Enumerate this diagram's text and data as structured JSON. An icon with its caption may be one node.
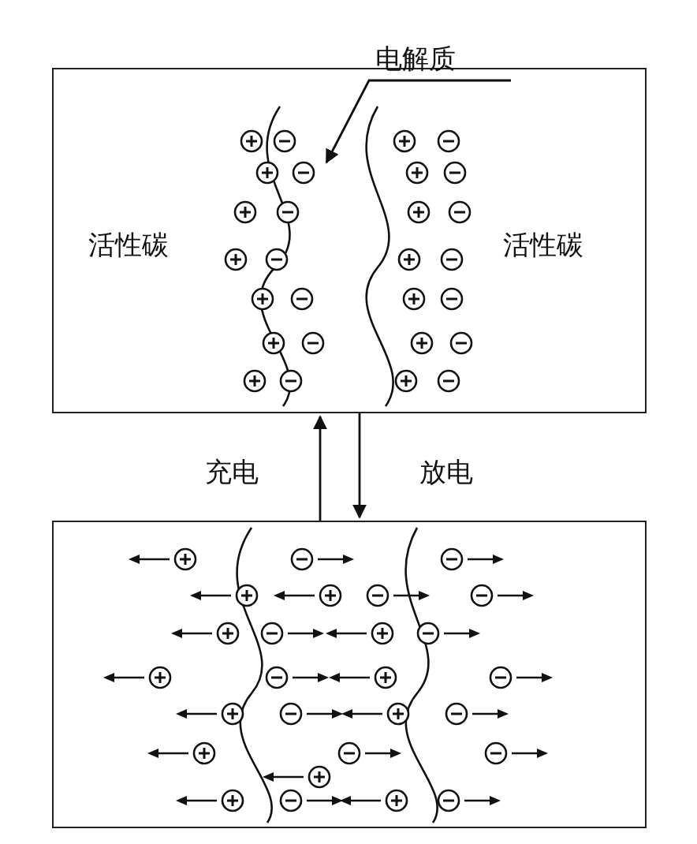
{
  "diagram": {
    "nodes": [
      {
        "text": [],
        "shape": "box"
      },
      {
        "text": [
          "活性碳"
        ],
        "in": 0
      },
      {
        "text": [
          "活性碳"
        ],
        "in": 0
      },
      {
        "text": [
          "电解质"
        ]
      },
      {
        "text": [],
        "shape": "box"
      }
    ],
    "edges": [
      {
        "from": 3,
        "to": null,
        "arrow": "to"
      },
      {
        "from": 4,
        "to": 0,
        "arrow": "to",
        "label": "充电"
      },
      {
        "from": 0,
        "to": 4,
        "arrow": "to",
        "label": "放电"
      }
    ]
  }
}
